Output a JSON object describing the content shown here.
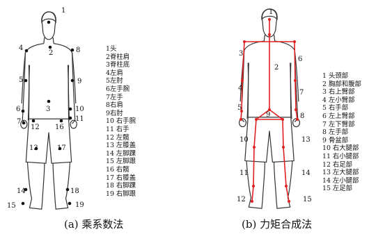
{
  "panel_a": {
    "caption": "(a) 乘系数法",
    "point_labels": [
      "1",
      "2",
      "3",
      "4",
      "5",
      "6",
      "7",
      "8",
      "9",
      "10",
      "11",
      "12",
      "13",
      "14",
      "15",
      "16",
      "17",
      "18",
      "19"
    ],
    "legend": [
      "1头",
      "2脊柱肩",
      "3脊柱底",
      "4左肩",
      "5左肘",
      "6左手腕",
      "7左手",
      "8右肩",
      "9右肘",
      "10 右手腕",
      "11 右手",
      "12 左髋",
      "13 左膝盖",
      "14 左脚踝",
      "15 左脚跟",
      "16 右髋",
      "17 右膝盖",
      "18 右脚踝",
      "19 右脚跟"
    ]
  },
  "panel_b": {
    "caption": "(b) 力矩合成法",
    "segment_labels": [
      "1",
      "2",
      "3",
      "4",
      "5",
      "6",
      "7",
      "8",
      "9",
      "10",
      "11",
      "12",
      "13",
      "14",
      "15"
    ],
    "legend": [
      "1 头颈部",
      "2 胸部和腹部",
      "3 右上臂部",
      "4 左小臂部",
      "5 右手部",
      "6 左上臂部",
      "7 左下臂部",
      "8 左手部",
      "9 骨盆部",
      "10 右大腿部",
      "11 右小腿部",
      "12 右足部",
      "13 左大腿部",
      "14 左小腿部",
      "15 左足部"
    ],
    "skeleton_color": "#e02020"
  }
}
